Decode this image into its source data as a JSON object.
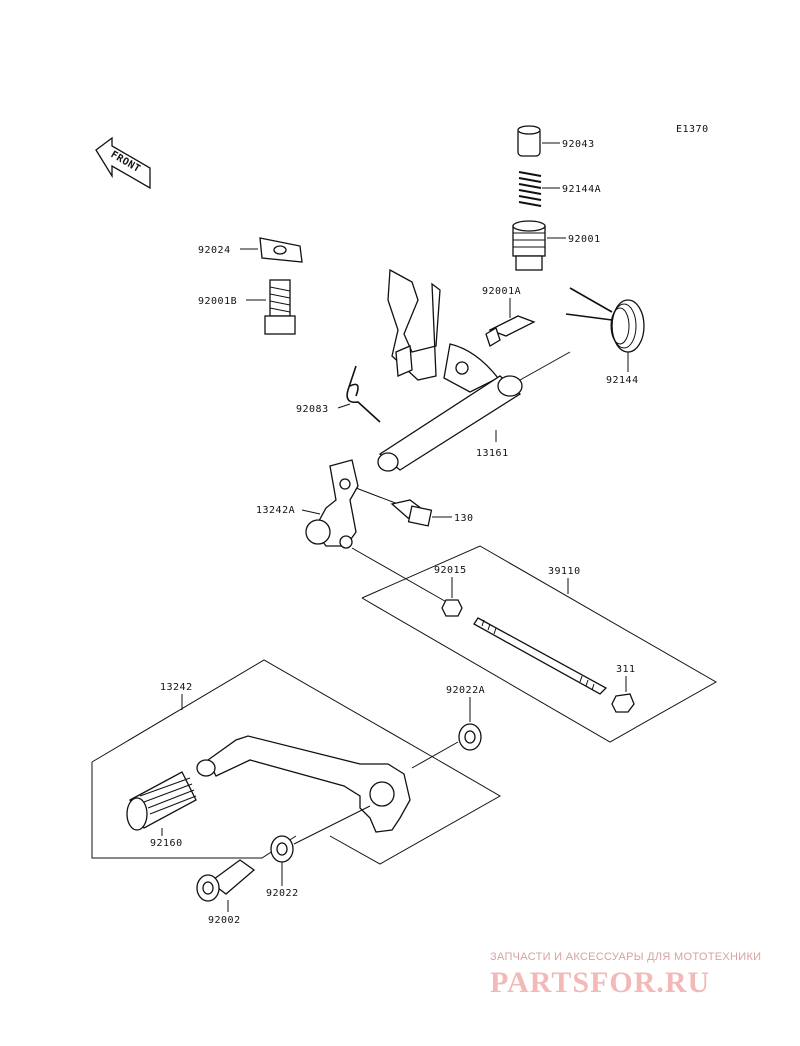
{
  "diagram_code": "E1370",
  "front_label": "FRONT",
  "parts": {
    "p92043": "92043",
    "p92144A": "92144A",
    "p92001": "92001",
    "p92024": "92024",
    "p92001B": "92001B",
    "p92001A": "92001A",
    "p92144": "92144",
    "p92083": "92083",
    "p13161": "13161",
    "p13242A": "13242A",
    "p130": "130",
    "p92015": "92015",
    "p39110": "39110",
    "p311": "311",
    "p13242": "13242",
    "p92022A": "92022A",
    "p92160": "92160",
    "p92022": "92022",
    "p92002": "92002"
  },
  "watermark": {
    "tagline": "ЗАПЧАСТИ И АКСЕССУАРЫ ДЛЯ МОТОТЕХНИКИ",
    "logo": "PARTSFOR.RU"
  }
}
